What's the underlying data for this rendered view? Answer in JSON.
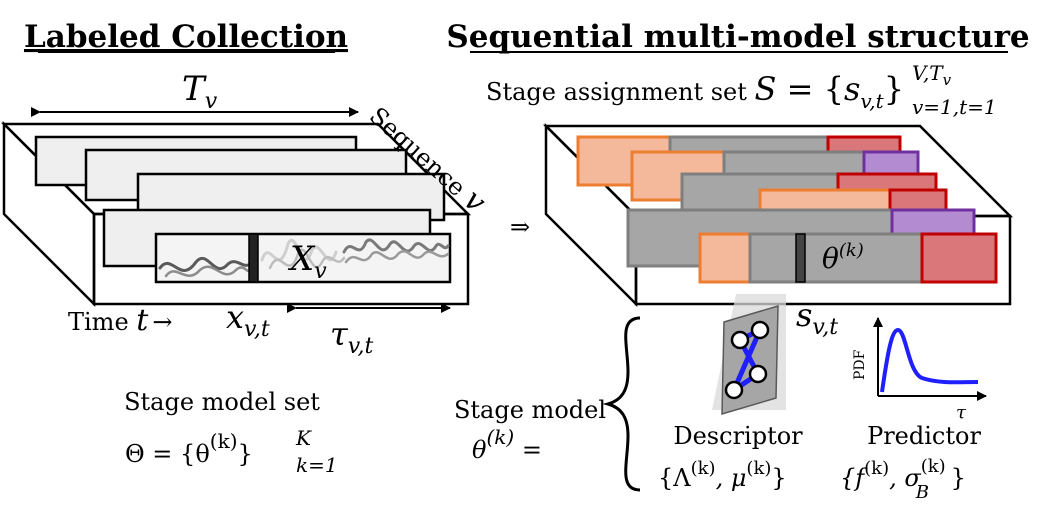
{
  "left_panel": {
    "title": "Labeled Collection",
    "length_label": "T",
    "length_sub": "v",
    "sequence_label": "Sequence ",
    "sequence_var": "v",
    "signal_label": "X",
    "signal_sub": "v",
    "time_label": "Time ",
    "time_var": "t",
    "time_arrow": "→",
    "point_label": "x",
    "point_sub": "v,t",
    "remaining_label": "τ",
    "remaining_sub": "v,t",
    "model_set_title": "Stage model set",
    "model_set_formula": "Θ = {θ",
    "model_set_sup": "(k)",
    "model_set_close": "}",
    "model_set_upper": "K",
    "model_set_lower": "k=1"
  },
  "transition_symbol": "⇒",
  "right_panel": {
    "title": "Sequential multi-model structure",
    "assign_text": "Stage assignment set ",
    "assign_S": "S",
    "assign_eq": " = {",
    "assign_s": "s",
    "assign_s_sub": "v,t",
    "assign_close": "}",
    "assign_upper": "V,T",
    "assign_upper_sub": "v",
    "assign_lower": "v=1,t=1",
    "block_theta": "θ",
    "block_theta_sup": "(k)",
    "stage_s": "s",
    "stage_s_sub": "v,t",
    "stage_model_label": "Stage model",
    "stage_model_theta": "θ",
    "stage_model_sup": "(k)",
    "stage_model_eq": " =",
    "descriptor_title": "Descriptor",
    "descriptor_formula": "{Λ",
    "descriptor_sup1": "(k)",
    "descriptor_comma": ", μ",
    "descriptor_sup2": "(k)",
    "descriptor_close": "}",
    "predictor_title": "Predictor",
    "predictor_open": "{f",
    "predictor_sup1": "(k)",
    "predictor_comma": ",  σ",
    "predictor_sup2": "(k)",
    "predictor_sub2": "B",
    "predictor_close": " }",
    "pdf_axis_label": "PDF",
    "tau_axis_label": "τ"
  },
  "colors": {
    "orange_fill": "#f4b99a",
    "orange_edge": "#ed7d31",
    "red_fill": "#d9777a",
    "red_edge": "#c00000",
    "purple_fill": "#b28bd0",
    "purple_edge": "#7030a0",
    "gray_fill": "#a6a6a6",
    "gray_edge": "#7f7f7f",
    "panel_fill": "#efefef",
    "curve_blue": "#1f1fff"
  }
}
